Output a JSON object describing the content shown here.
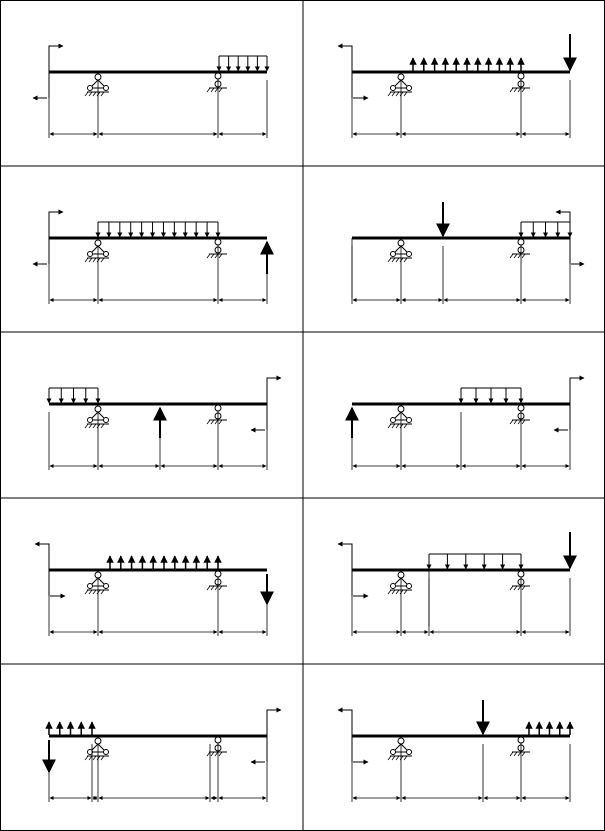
{
  "sheet": {
    "columns": 2,
    "rows": 5,
    "line_color": "#000000",
    "background": "#ffffff"
  },
  "panels": [
    {
      "id": 1,
      "supports": [
        "pin",
        "roller"
      ],
      "loads": [
        "moment-ccw",
        "distributed-down",
        "force-up"
      ],
      "dimension_segments": 3
    },
    {
      "id": 2,
      "supports": [
        "pin",
        "roller"
      ],
      "loads": [
        "moment-cw",
        "distributed-up",
        "force-down"
      ],
      "dimension_segments": 3
    },
    {
      "id": 3,
      "supports": [
        "pin",
        "roller"
      ],
      "loads": [
        "moment-ccw",
        "distributed-down",
        "force-up"
      ],
      "dimension_segments": 3
    },
    {
      "id": 4,
      "supports": [
        "pin",
        "roller"
      ],
      "loads": [
        "force-down",
        "distributed-down",
        "moment-cw"
      ],
      "dimension_segments": 4
    },
    {
      "id": 5,
      "supports": [
        "pin",
        "roller"
      ],
      "loads": [
        "distributed-down",
        "force-up",
        "moment-cw"
      ],
      "dimension_segments": 4
    },
    {
      "id": 6,
      "supports": [
        "pin",
        "roller"
      ],
      "loads": [
        "force-up",
        "distributed-down",
        "moment-cw"
      ],
      "dimension_segments": 4
    },
    {
      "id": 7,
      "supports": [
        "pin",
        "roller"
      ],
      "loads": [
        "moment-ccw",
        "distributed-up",
        "force-down"
      ],
      "dimension_segments": 3
    },
    {
      "id": 8,
      "supports": [
        "pin",
        "roller"
      ],
      "loads": [
        "moment-ccw",
        "distributed-down",
        "force-down"
      ],
      "dimension_segments": 4
    },
    {
      "id": 9,
      "supports": [
        "pin",
        "roller"
      ],
      "loads": [
        "distributed-up",
        "force-down",
        "moment-cw"
      ],
      "dimension_segments": 4
    },
    {
      "id": 10,
      "supports": [
        "pin",
        "roller"
      ],
      "loads": [
        "moment-ccw",
        "force-down",
        "distributed-up"
      ],
      "dimension_segments": 4
    }
  ]
}
